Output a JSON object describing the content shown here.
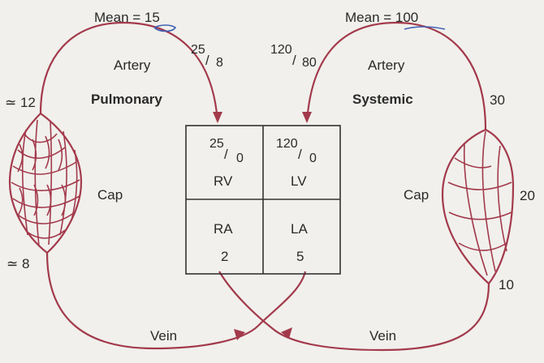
{
  "labels": {
    "pulmonary_mean": "Mean = 15",
    "systemic_mean": "Mean = 100",
    "pulm_artery_pressure_num": "25",
    "pulm_artery_pressure_den": "8",
    "sys_artery_pressure_num": "120",
    "sys_artery_pressure_den": "80",
    "pulm_artery": "Artery",
    "sys_artery": "Artery",
    "pulmonary": "Pulmonary",
    "systemic": "Systemic",
    "approx_12": "≃ 12",
    "approx_8": "≃ 8",
    "pulm_cap": "Cap",
    "sys_cap": "Cap",
    "sys_30": "30",
    "sys_20": "20",
    "sys_10": "10",
    "pulm_vein": "Vein",
    "sys_vein": "Vein"
  },
  "heart": {
    "rv_num": "25",
    "rv_den": "0",
    "rv_label": "RV",
    "lv_num": "120",
    "lv_den": "0",
    "lv_label": "LV",
    "ra_label": "RA",
    "ra_value": "2",
    "la_label": "LA",
    "la_value": "5"
  },
  "colors": {
    "vessel": "#a33a4c",
    "handwriting": "#3d5fb3",
    "background": "#f1f0ec"
  }
}
